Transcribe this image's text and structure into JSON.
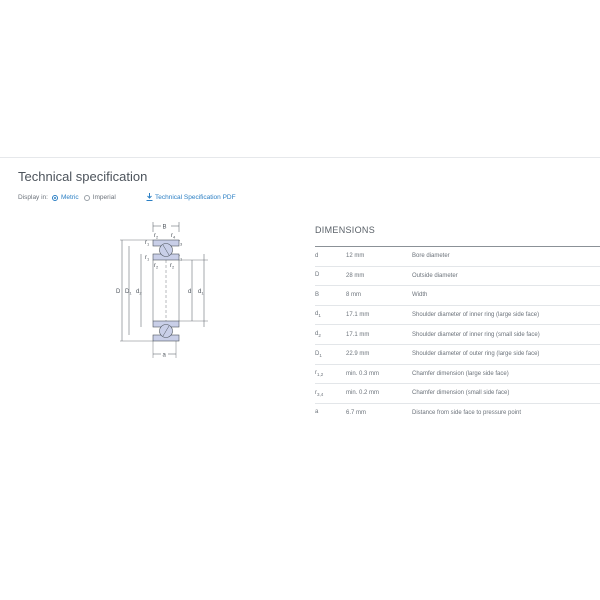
{
  "section_title": "Technical specification",
  "display": {
    "label": "Display in:",
    "options": [
      {
        "label": "Metric",
        "checked": true
      },
      {
        "label": "Imperial",
        "checked": false
      }
    ]
  },
  "pdf_link": {
    "label": "Technical Specification PDF",
    "icon": "download-icon"
  },
  "drawing_labels": {
    "B": "B",
    "D": "D",
    "D1": "D1",
    "d2": "d2",
    "d": "d",
    "d1": "d1",
    "a": "a",
    "r1": "r1",
    "r2": "r2",
    "r3": "r3",
    "r4": "r4"
  },
  "dimensions": {
    "heading": "DIMENSIONS",
    "rows": [
      {
        "symbol": "d",
        "sub": "",
        "value": "12 mm",
        "description": "Bore diameter"
      },
      {
        "symbol": "D",
        "sub": "",
        "value": "28 mm",
        "description": "Outside diameter"
      },
      {
        "symbol": "B",
        "sub": "",
        "value": "8 mm",
        "description": "Width"
      },
      {
        "symbol": "d",
        "sub": "1",
        "value": "17.1 mm",
        "description": "Shoulder diameter of inner ring (large side face)"
      },
      {
        "symbol": "d",
        "sub": "2",
        "value": "17.1 mm",
        "description": "Shoulder diameter of inner ring (small side face)"
      },
      {
        "symbol": "D",
        "sub": "1",
        "value": "22.9 mm",
        "description": "Shoulder diameter of outer ring (large side face)"
      },
      {
        "symbol": "r",
        "sub": "1,2",
        "value": "min. 0.3 mm",
        "description": "Chamfer dimension (large side face)"
      },
      {
        "symbol": "r",
        "sub": "3,4",
        "value": "min. 0.2 mm",
        "description": "Chamfer dimension (small side face)"
      },
      {
        "symbol": "a",
        "sub": "",
        "value": "6.7 mm",
        "description": "Distance from side face to pressure point"
      }
    ]
  },
  "colors": {
    "accent": "#2b7fc4",
    "ring_fill": "#c9cfe8",
    "ball_fill": "#c9cfe8"
  }
}
